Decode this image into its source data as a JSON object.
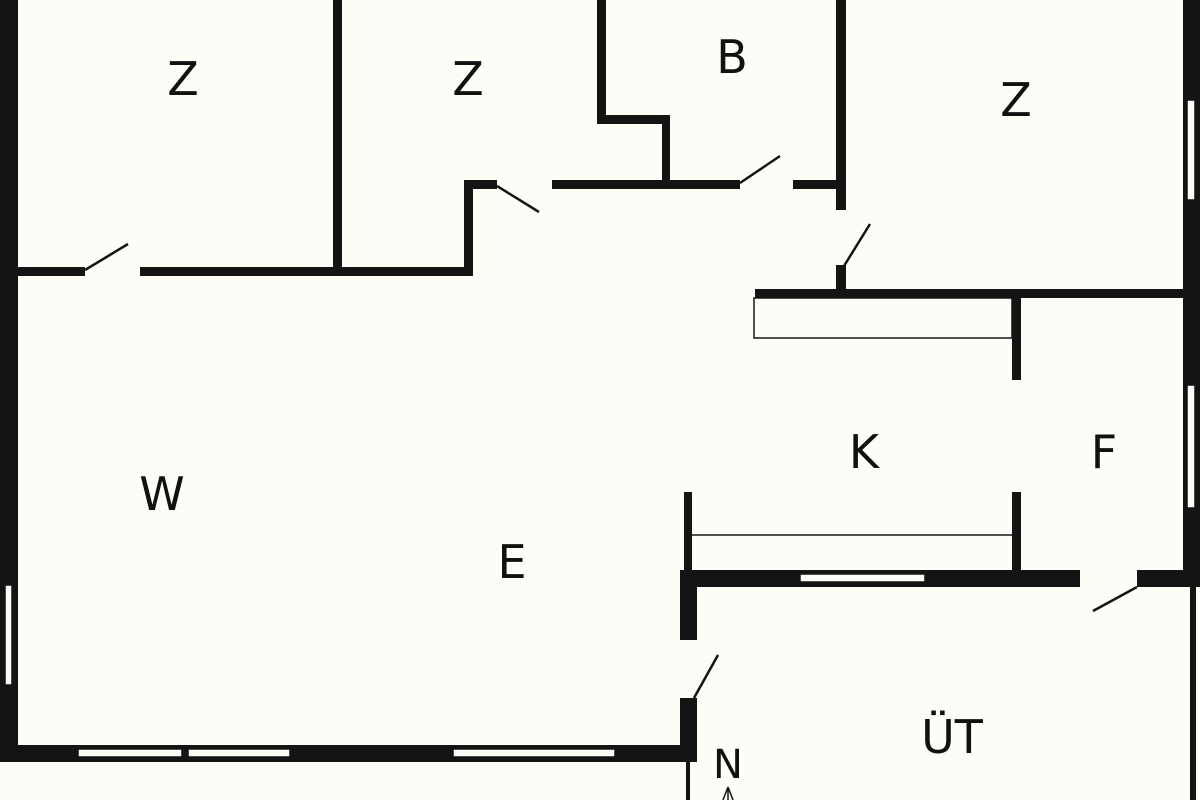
{
  "rooms": {
    "z1": "Z",
    "z2": "Z",
    "b": "B",
    "z3": "Z",
    "w": "W",
    "e": "E",
    "k": "K",
    "f": "F",
    "ut": "ÜT"
  },
  "compass": {
    "label": "N"
  }
}
